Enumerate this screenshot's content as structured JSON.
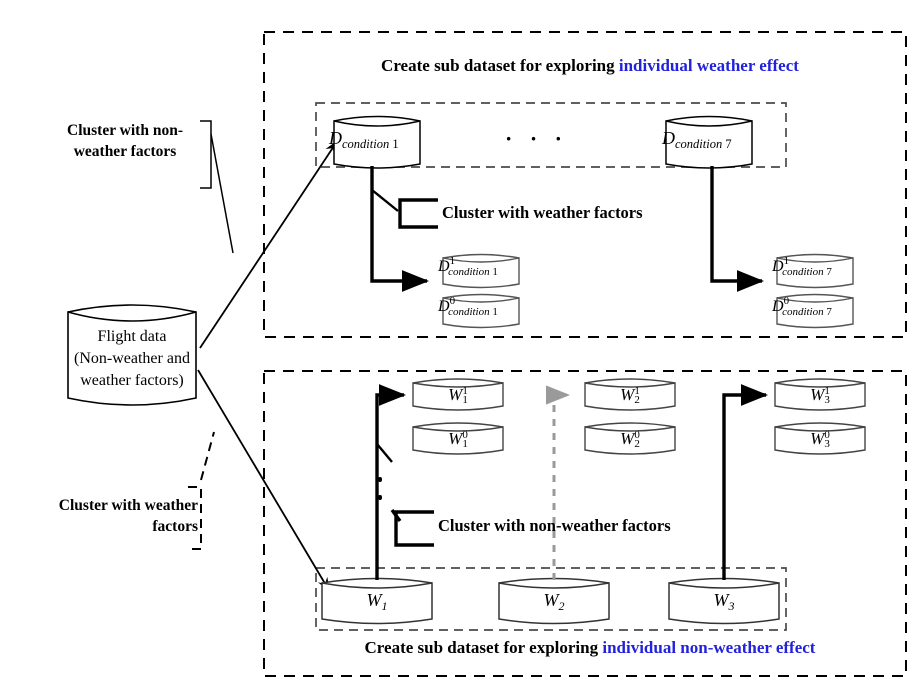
{
  "diagram": {
    "title_top": {
      "black": "Create sub dataset for exploring ",
      "blue": "individual weather effect"
    },
    "title_bottom": {
      "black": "Create sub dataset for exploring ",
      "blue": "individual non-weather effect"
    },
    "accent_blue": "#2222dd",
    "line_color": "#000000",
    "cylinder_stroke": "#555555",
    "dashed_gray": "#9a9a9a"
  },
  "source": {
    "line1": "Flight data",
    "line2": "(Non-weather and",
    "line3": "weather factors)"
  },
  "callouts": {
    "left_top": {
      "line1": "Cluster with non-",
      "line2": "weather factors"
    },
    "left_bottom": {
      "line1": "Cluster with weather",
      "line2": "factors"
    },
    "top_panel": "Cluster with weather factors",
    "bottom_panel": "Cluster with non-weather factors"
  },
  "top_panel": {
    "condition_row": [
      {
        "base": "D",
        "sub": "condition",
        "idx": "1"
      },
      {
        "base": "D",
        "sub": "condition",
        "idx": "7"
      }
    ],
    "ellipsis": "· · ·",
    "split_left": [
      {
        "base": "D",
        "sup": "1",
        "sub": "condition",
        "idx": "1"
      },
      {
        "base": "D",
        "sup": "0",
        "sub": "condition",
        "idx": "1"
      }
    ],
    "split_right": [
      {
        "base": "D",
        "sup": "1",
        "sub": "condition",
        "idx": "7"
      },
      {
        "base": "D",
        "sup": "0",
        "sub": "condition",
        "idx": "7"
      }
    ]
  },
  "bottom_panel": {
    "w_row": [
      {
        "base": "W",
        "sub": "1"
      },
      {
        "base": "W",
        "sub": "2"
      },
      {
        "base": "W",
        "sub": "3"
      }
    ],
    "split_w1": [
      {
        "base": "W",
        "sup": "1",
        "sub": "1"
      },
      {
        "base": "W",
        "sup": "0",
        "sub": "1"
      }
    ],
    "split_w2": [
      {
        "base": "W",
        "sup": "1",
        "sub": "2"
      },
      {
        "base": "W",
        "sup": "0",
        "sub": "2"
      }
    ],
    "split_w3": [
      {
        "base": "W",
        "sup": "1",
        "sub": "3"
      },
      {
        "base": "W",
        "sup": "0",
        "sub": "3"
      }
    ]
  }
}
